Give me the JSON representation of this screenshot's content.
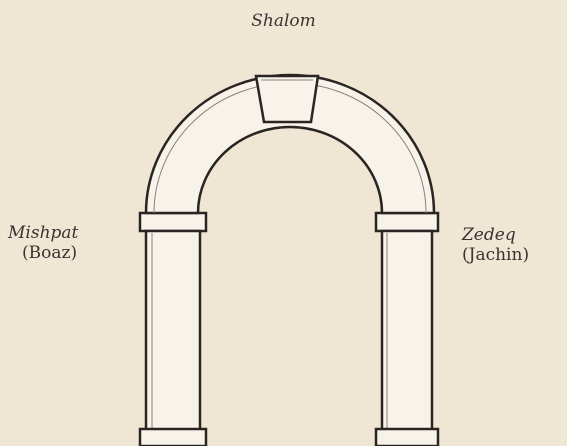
{
  "labels": {
    "top": "Shalom",
    "left_name": "Mishpat",
    "left_sub": "(Boaz)",
    "right_name": "Zedeq",
    "right_sub": "(Jachin)"
  },
  "colors": {
    "background": "#efe6d4",
    "fill": "#f7f3ea",
    "stroke": "#2a2422"
  }
}
